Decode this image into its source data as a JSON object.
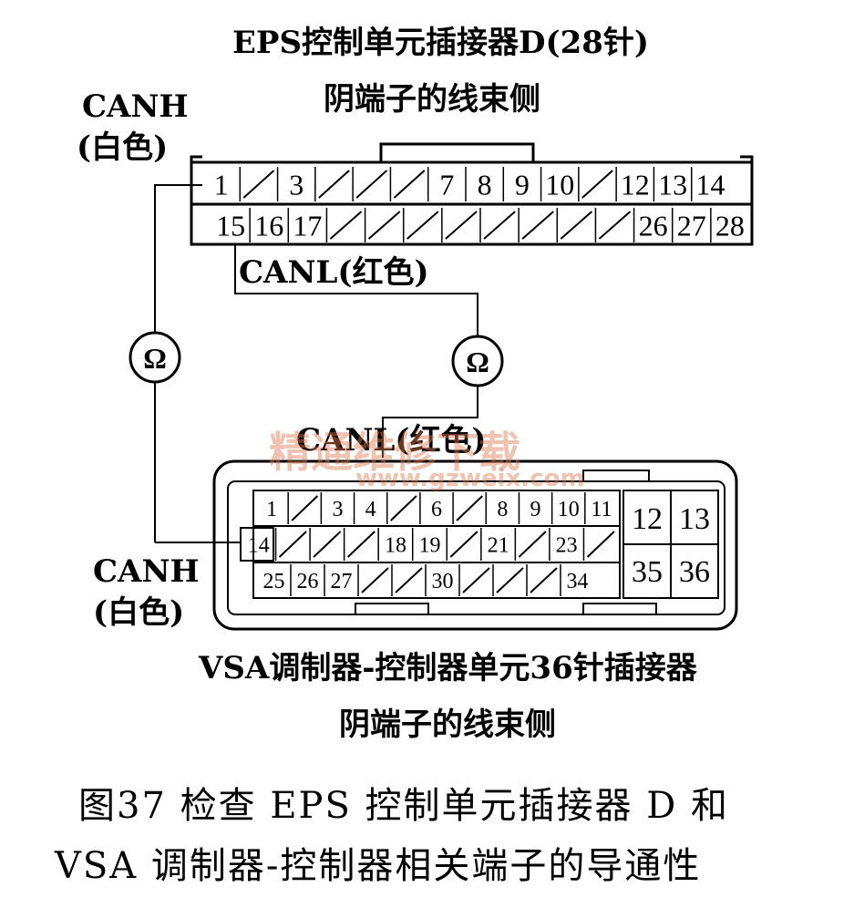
{
  "eps": {
    "title_line1": "EPS控制单元插接器D(28针)",
    "title_line2": "阴端子的线束侧",
    "row1": [
      "1",
      "/",
      "3",
      "/",
      "/",
      "/",
      "7",
      "8",
      "9",
      "10",
      "/",
      "12",
      "13",
      "14"
    ],
    "row2": [
      "15",
      "16",
      "17",
      "/",
      "/",
      "/",
      "/",
      "/",
      "/",
      "/",
      "/",
      "26",
      "27",
      "28"
    ]
  },
  "vsa": {
    "title_line1": "VSA调制器-控制器单元36针插接器",
    "title_line2": "阴端子的线束侧",
    "row1": [
      "1",
      "/",
      "3",
      "4",
      "/",
      "6",
      "/",
      "8",
      "9",
      "10",
      "11"
    ],
    "row2": [
      "14",
      "/",
      "/",
      "/",
      "18",
      "19",
      "/",
      "21",
      "/",
      "23",
      "/"
    ],
    "row3": [
      "25",
      "26",
      "27",
      "/",
      "/",
      "30",
      "/",
      "/",
      "/",
      "34"
    ],
    "block": [
      "12",
      "13",
      "35",
      "36"
    ]
  },
  "wires": {
    "canh_top": "CANH",
    "canh_top_color": "(白色)",
    "canl_top": "CANL(红色)",
    "canl_bottom": "CANL(红色)",
    "canh_bottom": "CANH",
    "canh_bottom_color": "(白色)"
  },
  "meters": {
    "symbol": "Ω"
  },
  "watermark": {
    "text": "精通维修下载",
    "url": "www.gzweix.com",
    "color": "#e07a52"
  },
  "caption": {
    "line1": "图37   检查 EPS 控制单元插接器 D 和",
    "line2": "VSA 调制器-控制器相关端子的导通性"
  }
}
